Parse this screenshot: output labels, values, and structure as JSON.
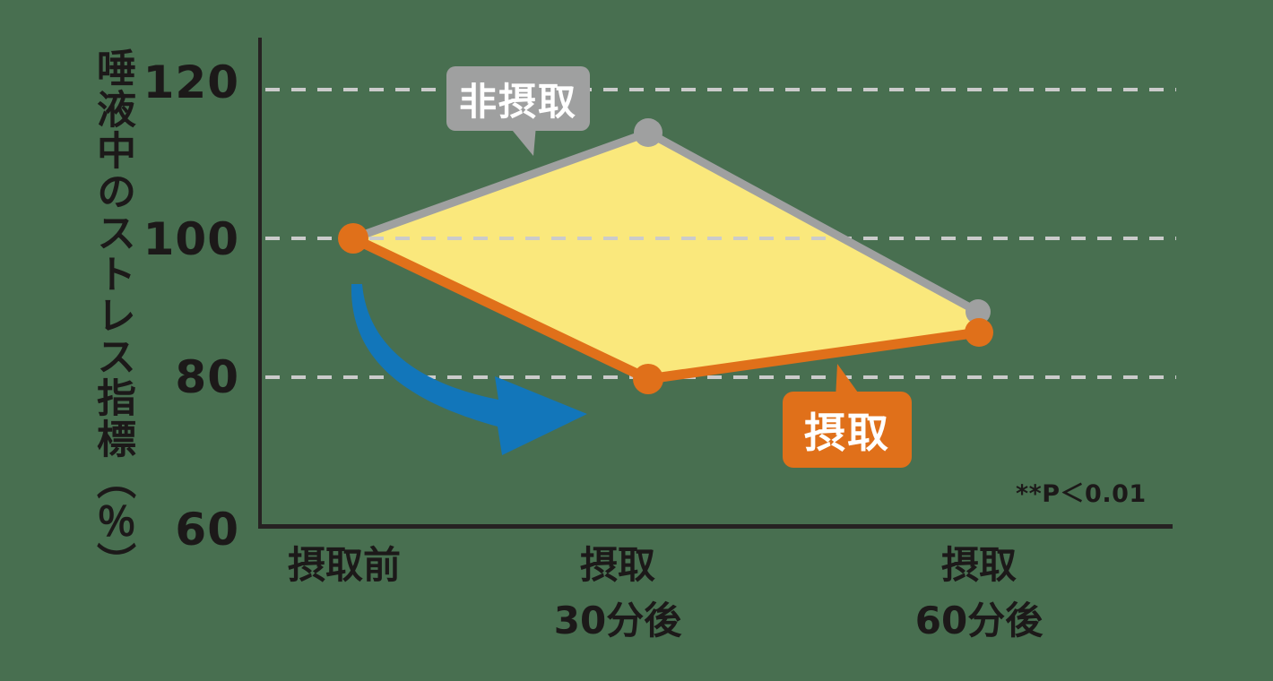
{
  "colors": {
    "background": "#486F50",
    "intake_orange": "#E0701A",
    "non_intake_gray": "#9FA0A0",
    "fill_yellow": "#FAE87C",
    "arrow_blue": "#1276BA",
    "gridline": "#CBCBCB",
    "axis": "#262222",
    "text": "#1C1919",
    "bubble_text": "#FFFFFF"
  },
  "y_axis": {
    "label": "唾液中のストレス指標（％）",
    "ticks": [
      "120",
      "100",
      "80",
      "60"
    ]
  },
  "x_axis": {
    "labels": [
      {
        "line1": "摂取前",
        "line2": ""
      },
      {
        "line1": "摂取",
        "line2": "30分後"
      },
      {
        "line1": "摂取",
        "line2": "60分後"
      }
    ]
  },
  "annotations": {
    "non_intake_label": "非摂取",
    "intake_label": "摂取",
    "p_value": "**P＜0.01"
  },
  "chart_data": {
    "type": "line",
    "categories": [
      "摂取前",
      "摂取30分後",
      "摂取60分後"
    ],
    "series": [
      {
        "name": "非摂取",
        "values": [
          100,
          114,
          89
        ],
        "color": "#9FA0A0"
      },
      {
        "name": "摂取",
        "values": [
          100,
          80,
          86.5
        ],
        "color": "#E0701A"
      }
    ],
    "ylabel": "唾液中のストレス指標（％）",
    "yticks": [
      120,
      100,
      80,
      60
    ],
    "ylim": [
      60,
      125
    ],
    "grid": "horizontal-dashed",
    "fill_between_series": true,
    "fill_color": "#FAE87C",
    "legend_position": "inline-callouts",
    "annotation": "**P＜0.01"
  }
}
